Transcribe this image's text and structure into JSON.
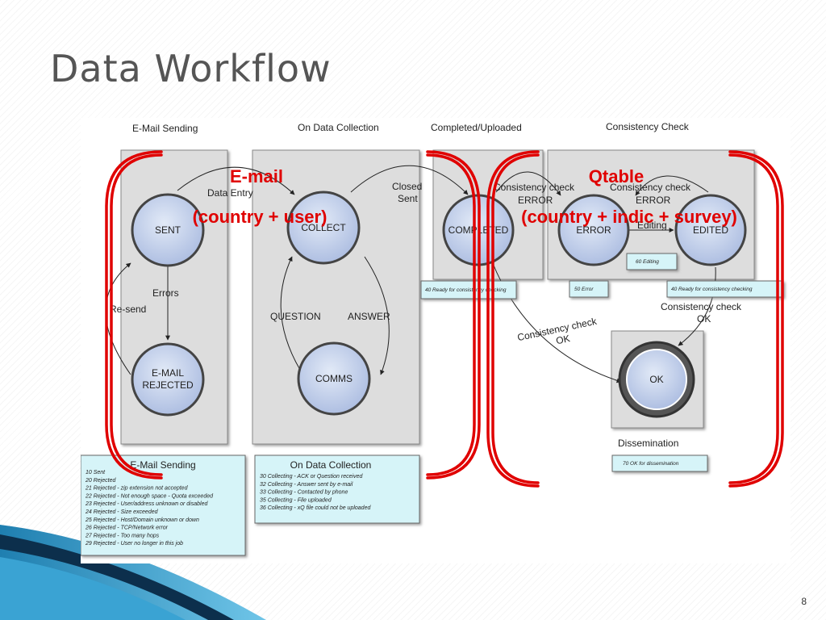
{
  "slide": {
    "title": "Data Workflow",
    "page_number": "8"
  },
  "colors": {
    "panel": "#dddddd",
    "node_fill": "#bccce8",
    "note_fill": "#d6f4f8",
    "highlight": "#e00000",
    "title_text": "#555555"
  },
  "columns": {
    "email_sending": "E-Mail Sending",
    "on_data_collection": "On Data Collection",
    "completed_uploaded": "Completed/Uploaded",
    "consistency_check": "Consistency Check"
  },
  "nodes": {
    "sent": "SENT",
    "email_rejected_line1": "E-MAIL",
    "email_rejected_line2": "REJECTED",
    "collect": "COLLECT",
    "comms": "COMMS",
    "completed": "COMPLETED",
    "error": "ERROR",
    "edited": "EDITED",
    "ok": "OK"
  },
  "edge_labels": {
    "data_entry": "Data Entry",
    "errors": "Errors",
    "re_send": "Re-send",
    "question": "QUESTION",
    "answer": "ANSWER",
    "closed": "Closed",
    "sent": "Sent",
    "cc_error_1_line1": "Consistency check",
    "cc_error_1_line2": "ERROR",
    "cc_error_2_line1": "Consistency check",
    "cc_error_2_line2": "ERROR",
    "editing": "Editing",
    "cc_ok_1_line1": "Consistency check",
    "cc_ok_1_line2": "OK",
    "cc_ok_2_line1": "Consistency check",
    "cc_ok_2_line2": "OK",
    "dissemination": "Dissemination"
  },
  "status_boxes": {
    "ready_checking_1": "40    Ready for consistency checking",
    "error_50": "50    Error",
    "editing_60": "60    Editing",
    "ready_checking_2": "40    Ready for consistency checking",
    "ok_70": "70    OK for dissemination"
  },
  "legend_email": {
    "title": "E-Mail Sending",
    "rows": [
      "10   Sent",
      "20   Rejected",
      "21   Rejected - zip extension not accepted",
      "22   Rejected - Not enough space - Quota exceeded",
      "23   Rejected - User/address unknown or disabled",
      "24   Rejected - Size exceeded",
      "25   Rejected - Host/Domain unknown or down",
      "26   Rejected - TCP/Network error",
      "27   Rejected - Too many hops",
      "29   Rejected - User no longer in this job"
    ]
  },
  "legend_collection": {
    "title": "On Data Collection",
    "rows": [
      "30   Collecting - ACK or Question received",
      "32   Collecting - Answer sent by e-mail",
      "33   Collecting - Contacted by phone",
      "35   Collecting - File uploaded",
      "36   Collecting - xQ file could not be uploaded"
    ]
  },
  "annotations": {
    "email_line1": "E-mail",
    "email_line2": "(country + user)",
    "qtable_line1": "Qtable",
    "qtable_line2": "(country + indic + survey)"
  }
}
